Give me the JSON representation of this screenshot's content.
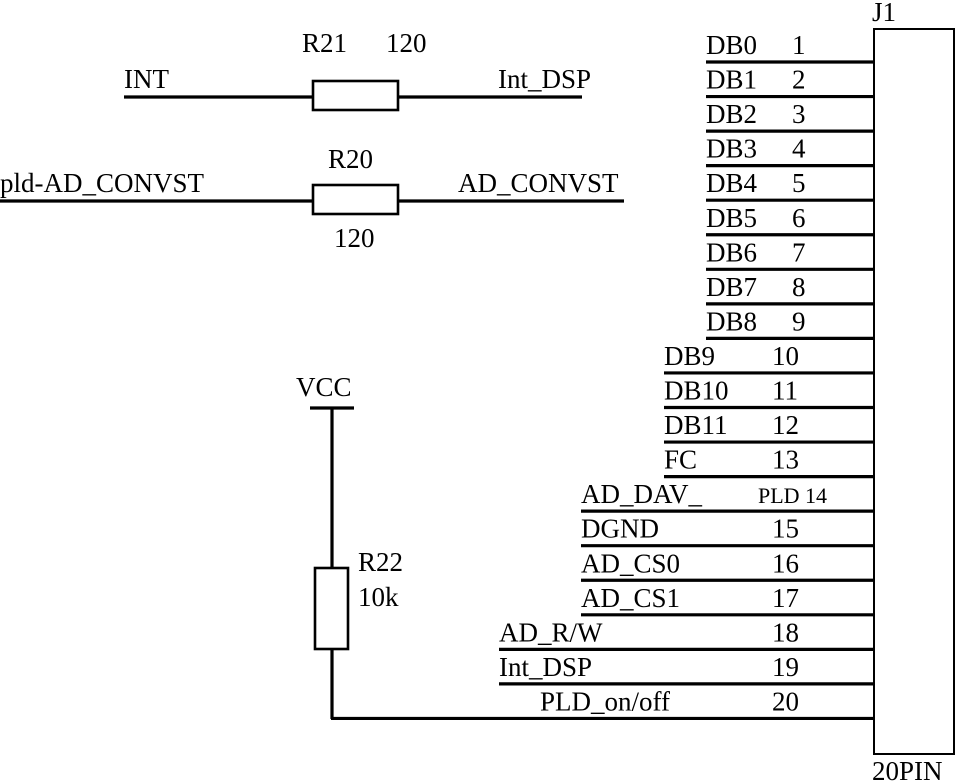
{
  "connector": {
    "ref": "J1",
    "type": "20PIN",
    "pins": [
      {
        "net": "DB0",
        "pin": "1"
      },
      {
        "net": "DB1",
        "pin": "2"
      },
      {
        "net": "DB2",
        "pin": "3"
      },
      {
        "net": "DB3",
        "pin": "4"
      },
      {
        "net": "DB4",
        "pin": "5"
      },
      {
        "net": "DB5",
        "pin": "6"
      },
      {
        "net": "DB6",
        "pin": "7"
      },
      {
        "net": "DB7",
        "pin": "8"
      },
      {
        "net": "DB8",
        "pin": "9"
      },
      {
        "net": "DB9",
        "pin": "10"
      },
      {
        "net": "DB10",
        "pin": "11"
      },
      {
        "net": "DB11",
        "pin": "12"
      },
      {
        "net": "FC",
        "pin": "13"
      },
      {
        "net": "AD_DAV_",
        "pin": "PLD 14"
      },
      {
        "net": "DGND",
        "pin": "15"
      },
      {
        "net": "AD_CS0",
        "pin": "16"
      },
      {
        "net": "AD_CS1",
        "pin": "17"
      },
      {
        "net": "AD_R/W",
        "pin": "18"
      },
      {
        "net": "Int_DSP",
        "pin": "19"
      },
      {
        "net": "PLD_on/off",
        "pin": "20"
      }
    ]
  },
  "resistors": {
    "r21": {
      "ref": "R21",
      "value": "120",
      "left_net": "INT",
      "right_net": "Int_DSP"
    },
    "r20": {
      "ref": "R20",
      "value": "120",
      "left_net": "pld-AD_CONVST",
      "right_net": "AD_CONVST"
    },
    "r22": {
      "ref": "R22",
      "value": "10k",
      "top_net": "VCC"
    }
  }
}
